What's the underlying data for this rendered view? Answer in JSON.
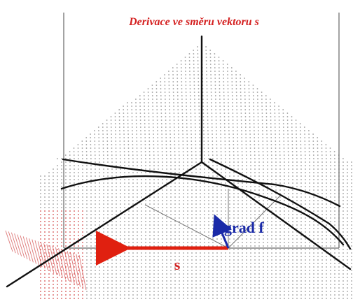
{
  "figure": {
    "title": "Derivace ve směru vektoru s",
    "gradient_label": "grad f",
    "direction_label": "s"
  },
  "colors": {
    "title": "#d42020",
    "gradient_vector": "#1a2aa8",
    "direction_vector": "#e02010",
    "surface_dots": "#9a9a9a",
    "surface_dots_warm": "#d24a4a",
    "curves": "#111111",
    "box_lines": "#666666"
  }
}
